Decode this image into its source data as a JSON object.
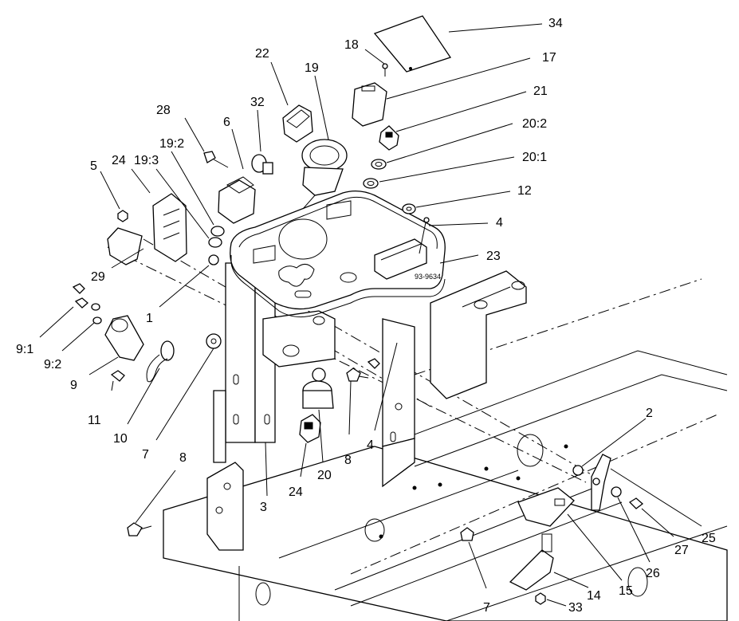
{
  "colors": {
    "ink": "#000000",
    "paper": "#ffffff"
  },
  "decal_text": "93-9634",
  "callouts": [
    {
      "id": "c34",
      "label": "34"
    },
    {
      "id": "c18",
      "label": "18"
    },
    {
      "id": "c17",
      "label": "17"
    },
    {
      "id": "c22",
      "label": "22"
    },
    {
      "id": "c19",
      "label": "19"
    },
    {
      "id": "c21",
      "label": "21"
    },
    {
      "id": "c32",
      "label": "32"
    },
    {
      "id": "c28",
      "label": "28"
    },
    {
      "id": "c6",
      "label": "6"
    },
    {
      "id": "c20-2",
      "label": "20:2"
    },
    {
      "id": "c19-2",
      "label": "19:2"
    },
    {
      "id": "c20-1",
      "label": "20:1"
    },
    {
      "id": "c5",
      "label": "5"
    },
    {
      "id": "c24a",
      "label": "24"
    },
    {
      "id": "c19-3",
      "label": "19:3"
    },
    {
      "id": "c12",
      "label": "12"
    },
    {
      "id": "c4a",
      "label": "4"
    },
    {
      "id": "c23",
      "label": "23"
    },
    {
      "id": "c29",
      "label": "29"
    },
    {
      "id": "c1",
      "label": "1"
    },
    {
      "id": "c9-1",
      "label": "9:1"
    },
    {
      "id": "c9-2",
      "label": "9:2"
    },
    {
      "id": "c9",
      "label": "9"
    },
    {
      "id": "c11",
      "label": "11"
    },
    {
      "id": "c10",
      "label": "10"
    },
    {
      "id": "c7a",
      "label": "7"
    },
    {
      "id": "c8a",
      "label": "8"
    },
    {
      "id": "c4b",
      "label": "4"
    },
    {
      "id": "c2",
      "label": "2"
    },
    {
      "id": "c8b",
      "label": "8"
    },
    {
      "id": "c20",
      "label": "20"
    },
    {
      "id": "c24b",
      "label": "24"
    },
    {
      "id": "c3",
      "label": "3"
    },
    {
      "id": "c25",
      "label": "25"
    },
    {
      "id": "c27",
      "label": "27"
    },
    {
      "id": "c26",
      "label": "26"
    },
    {
      "id": "c15",
      "label": "15"
    },
    {
      "id": "c14",
      "label": "14"
    },
    {
      "id": "c7b",
      "label": "7"
    },
    {
      "id": "c33",
      "label": "33"
    }
  ]
}
